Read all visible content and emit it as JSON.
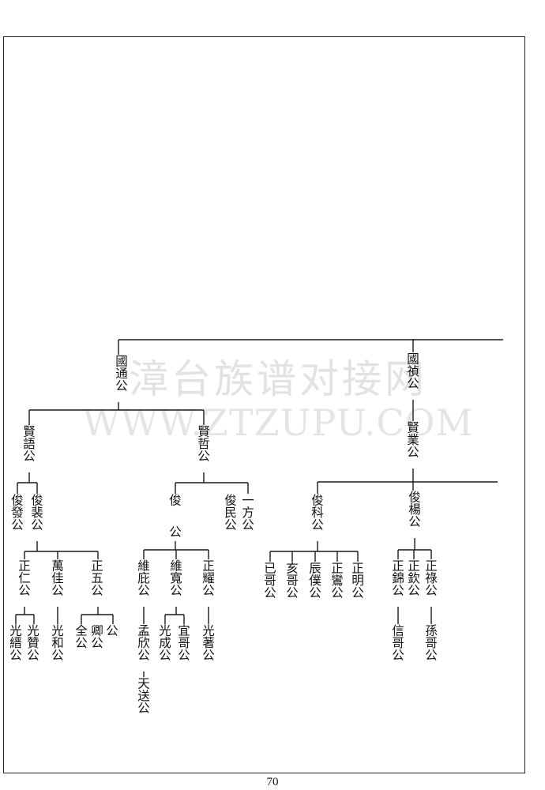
{
  "page_number": "70",
  "watermark": {
    "line1": "漳台族谱对接网",
    "line2": "WWW.ZTZUPU.COM"
  },
  "persons": [
    {
      "id": "p1",
      "name": "國通公"
    },
    {
      "id": "p2",
      "name": "國禎公"
    },
    {
      "id": "p3",
      "name": "賢語公"
    },
    {
      "id": "p4",
      "name": "賢哲公"
    },
    {
      "id": "p5",
      "name": "賢業公"
    },
    {
      "id": "p6",
      "name": "俊發公"
    },
    {
      "id": "p7",
      "name": "俊裴公"
    },
    {
      "id": "p8",
      "name": "俊"
    },
    {
      "id": "p9",
      "name": "公"
    },
    {
      "id": "p10",
      "name": "俊民公"
    },
    {
      "id": "p11",
      "name": "一方公"
    },
    {
      "id": "p12",
      "name": "俊科公"
    },
    {
      "id": "p13",
      "name": "俊楊公"
    },
    {
      "id": "p14",
      "name": "正仁公"
    },
    {
      "id": "p15",
      "name": "萬佳公"
    },
    {
      "id": "p16",
      "name": "光和公"
    },
    {
      "id": "p17",
      "name": "正五公"
    },
    {
      "id": "p18",
      "name": "光縉公"
    },
    {
      "id": "p19",
      "name": "光贊公"
    },
    {
      "id": "p20",
      "name": "全公"
    },
    {
      "id": "p21",
      "name": "卿公"
    },
    {
      "id": "p22",
      "name": "公"
    },
    {
      "id": "p23",
      "name": "維庇公"
    },
    {
      "id": "p24",
      "name": "孟欣公"
    },
    {
      "id": "p25",
      "name": "天送公"
    },
    {
      "id": "p26",
      "name": "維寬公"
    },
    {
      "id": "p27",
      "name": "光成公"
    },
    {
      "id": "p28",
      "name": "宜哥公"
    },
    {
      "id": "p29",
      "name": "正耀公"
    },
    {
      "id": "p30",
      "name": "光著公"
    },
    {
      "id": "p31",
      "name": "已哥公"
    },
    {
      "id": "p32",
      "name": "亥哥公"
    },
    {
      "id": "p33",
      "name": "辰僕公"
    },
    {
      "id": "p34",
      "name": "正鸞公"
    },
    {
      "id": "p35",
      "name": "正明公"
    },
    {
      "id": "p36",
      "name": "正錦公"
    },
    {
      "id": "p37",
      "name": "信哥公"
    },
    {
      "id": "p38",
      "name": "正欽公"
    },
    {
      "id": "p39",
      "name": "正祿公"
    },
    {
      "id": "p40",
      "name": "孫哥公"
    }
  ]
}
